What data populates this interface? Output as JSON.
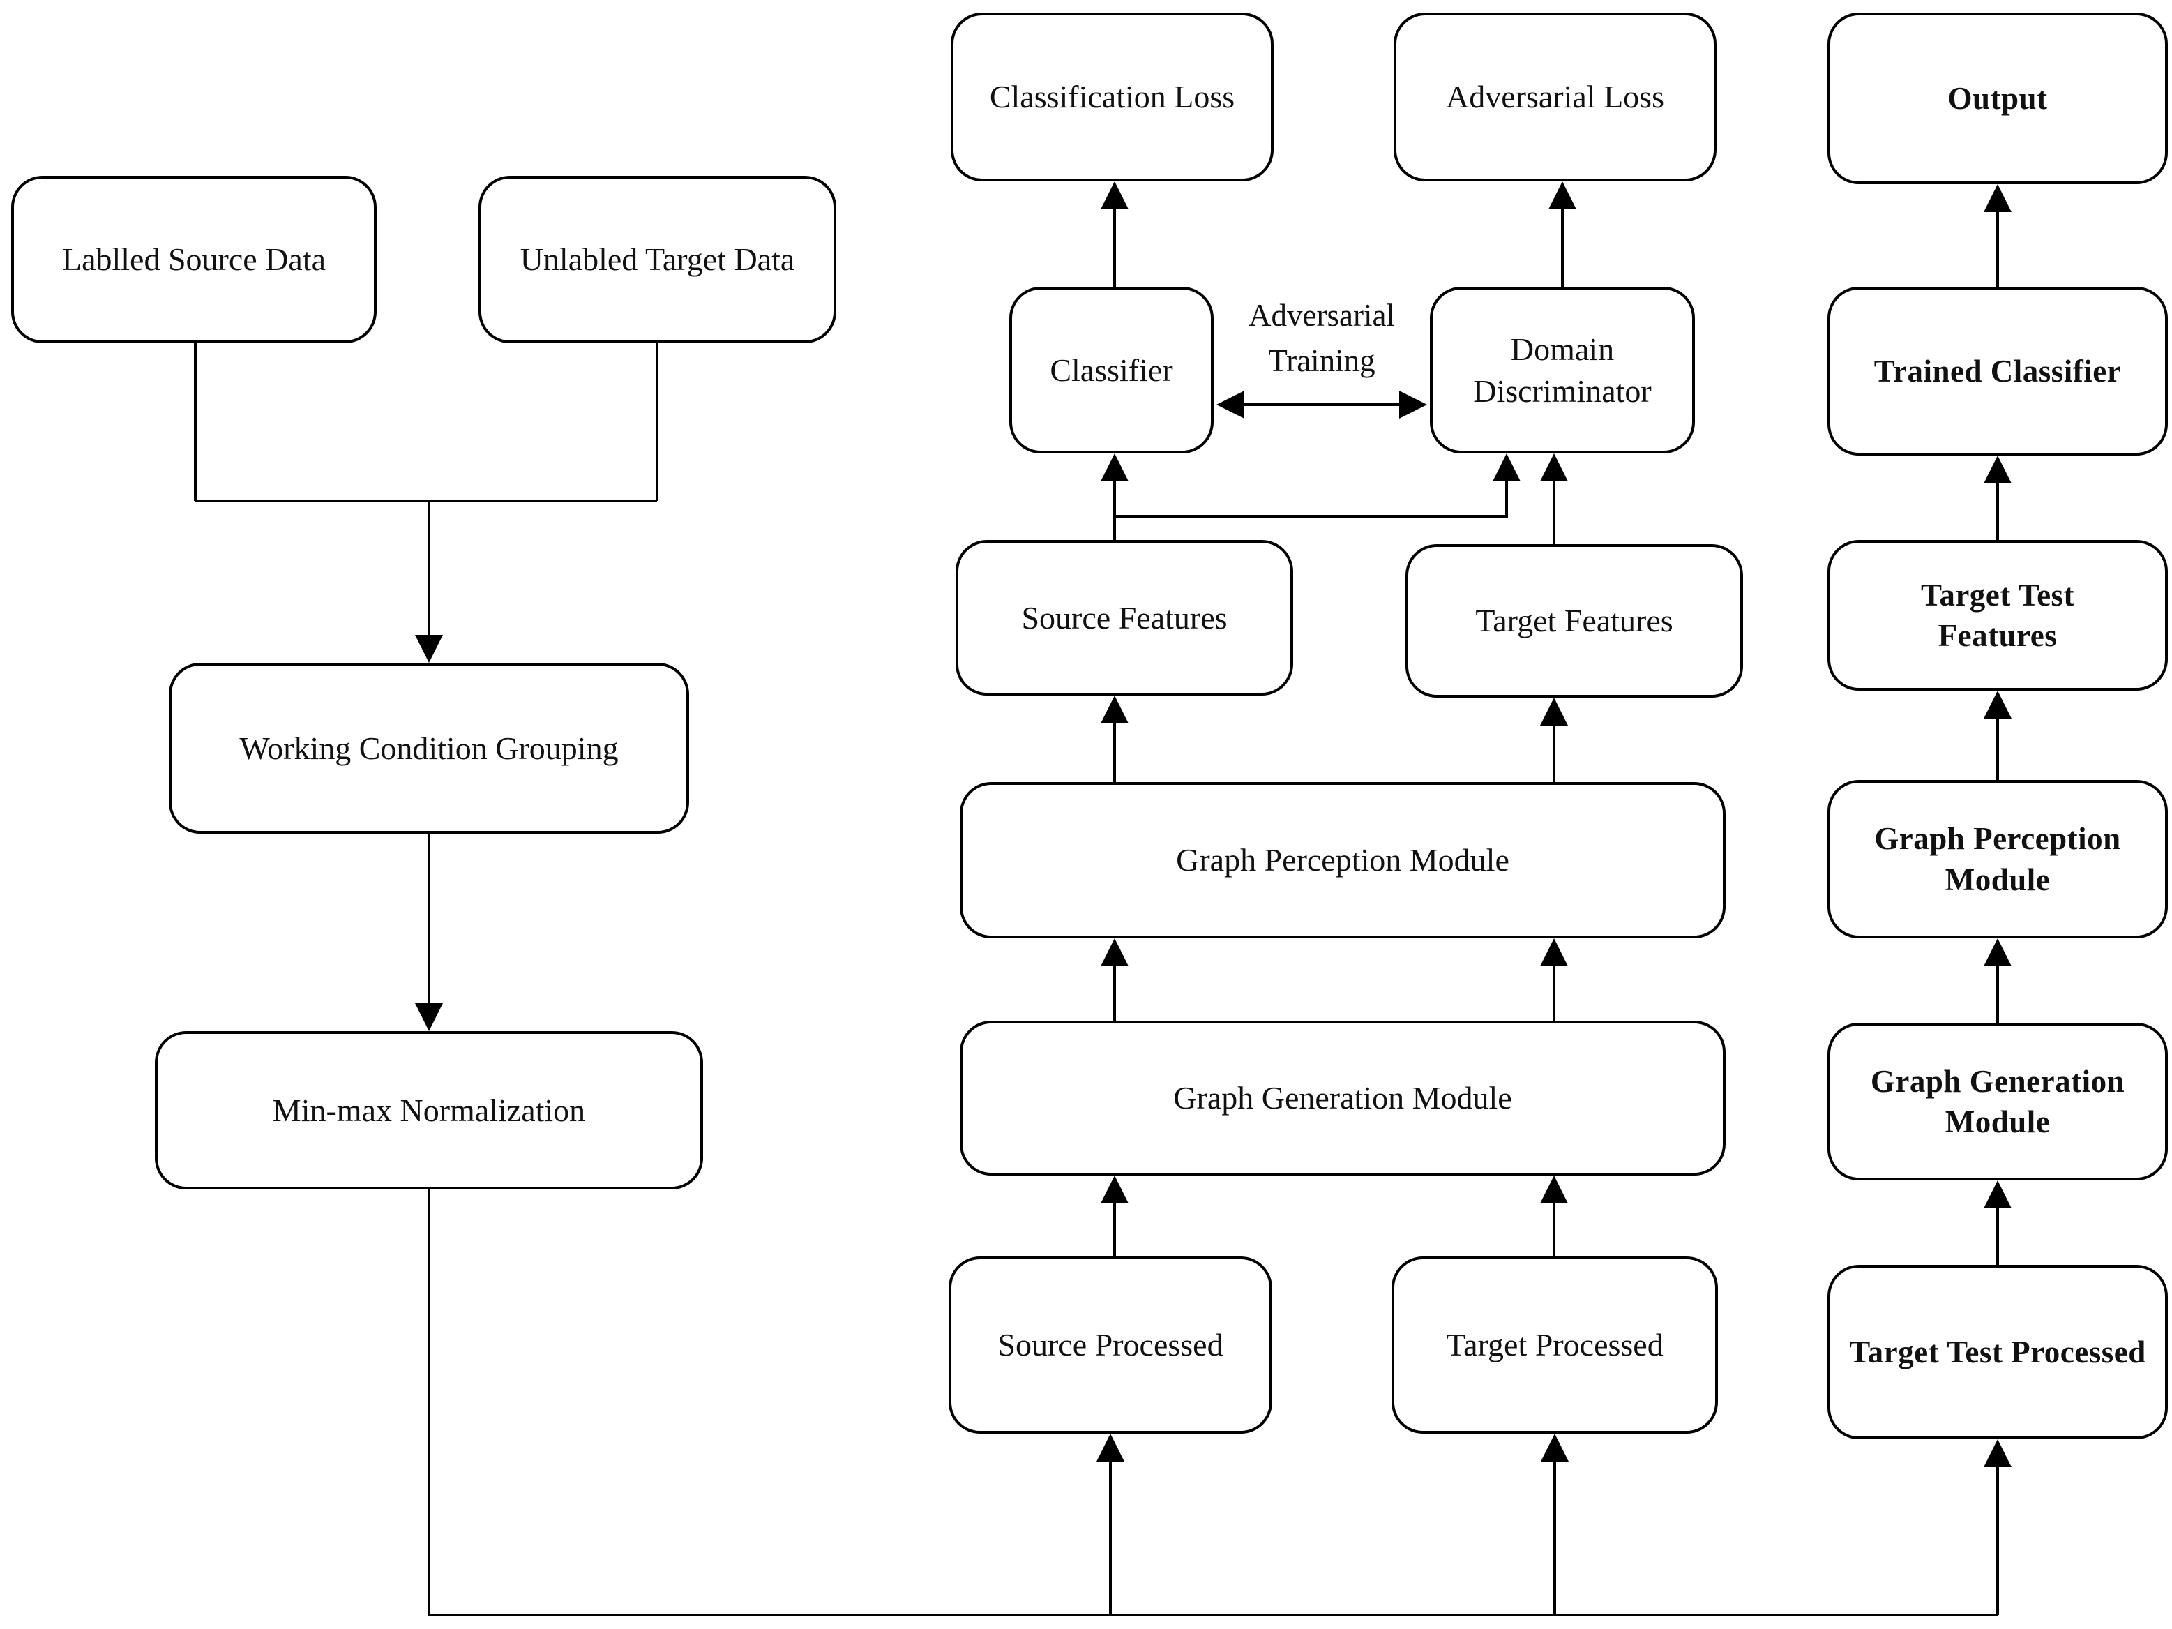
{
  "diagram": {
    "colors": {
      "line": "#000000",
      "background": "#ffffff",
      "text": "#111111"
    },
    "nodes": {
      "labelled_source_data": "Lablled Source Data",
      "unlabelled_target_data": "Unlabled Target Data",
      "working_condition_grouping": "Working Condition Grouping",
      "min_max_normalization": "Min-max Normalization",
      "classification_loss": "Classification Loss",
      "adversarial_loss": "Adversarial Loss",
      "classifier": "Classifier",
      "domain_discriminator": "Domain\nDiscriminator",
      "source_features": "Source Features",
      "target_features": "Target Features",
      "graph_perception_module": "Graph Perception Module",
      "graph_generation_module": "Graph Generation Module",
      "source_processed": "Source Processed",
      "target_processed": "Target Processed",
      "output": "Output",
      "trained_classifier": "Trained Classifier",
      "target_test_features": "Target Test\nFeatures",
      "graph_perception_module_test": "Graph Perception\nModule",
      "graph_generation_module_test": "Graph Generation\nModule",
      "target_test_processed": "Target Test Processed"
    },
    "edge_labels": {
      "adversarial_training": "Adversarial\nTraining"
    }
  }
}
